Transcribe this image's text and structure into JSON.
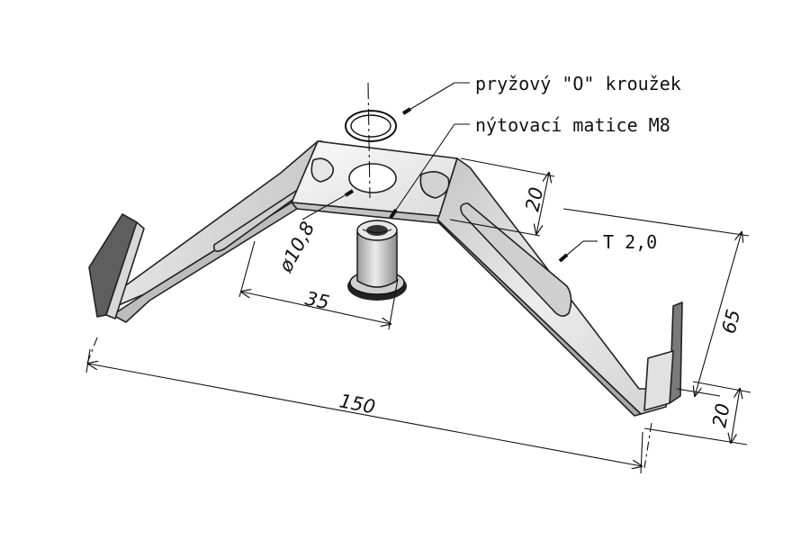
{
  "callouts": {
    "o_ring": "pryžový \"O\" kroužek",
    "rivet_nut": "nýtovací matice M8",
    "thickness": "T 2,0"
  },
  "dimensions": {
    "hole_diameter": "ø10,8",
    "top_width": "35",
    "overall_length": "150",
    "bracket_width": "20",
    "height": "65",
    "end_height": "20"
  },
  "colors": {
    "line": "#111111",
    "metal_light": "#f2f2f2",
    "metal_mid": "#d9d9d9",
    "metal_dark": "#a8a8a8",
    "tab_dark": "#5e5e5e"
  }
}
